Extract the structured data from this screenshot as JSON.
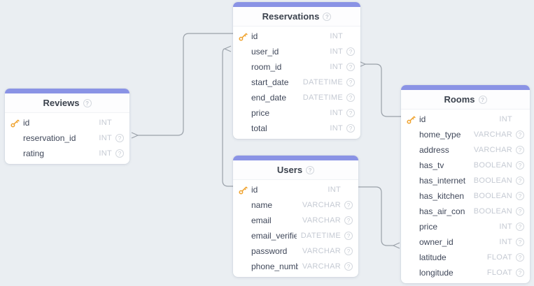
{
  "canvas": {
    "background_color": "#eaeef2",
    "table_accent_color": "#8a93e5",
    "relation_line_color": "#9aa1a9",
    "primary_key_icon_color": "#f0a431"
  },
  "icons": {
    "question_glyph": "?",
    "primary_key": "key-icon",
    "nullable": "question-circle-icon",
    "table_help": "question-circle-icon"
  },
  "tables": [
    {
      "name": "Reservations",
      "fields": [
        {
          "name": "id",
          "type": "INT",
          "primary_key": true
        },
        {
          "name": "user_id",
          "type": "INT",
          "nullable": true
        },
        {
          "name": "room_id",
          "type": "INT",
          "nullable": true
        },
        {
          "name": "start_date",
          "type": "DATETIME",
          "nullable": true
        },
        {
          "name": "end_date",
          "type": "DATETIME",
          "nullable": true
        },
        {
          "name": "price",
          "type": "INT",
          "nullable": true
        },
        {
          "name": "total",
          "type": "INT",
          "nullable": true
        }
      ]
    },
    {
      "name": "Reviews",
      "fields": [
        {
          "name": "id",
          "type": "INT",
          "primary_key": true
        },
        {
          "name": "reservation_id",
          "type": "INT",
          "nullable": true
        },
        {
          "name": "rating",
          "type": "INT",
          "nullable": true
        }
      ]
    },
    {
      "name": "Users",
      "fields": [
        {
          "name": "id",
          "type": "INT",
          "primary_key": true
        },
        {
          "name": "name",
          "type": "VARCHAR",
          "nullable": true
        },
        {
          "name": "email",
          "type": "VARCHAR",
          "nullable": true
        },
        {
          "name": "email_verified_",
          "type": "DATETIME",
          "nullable": true
        },
        {
          "name": "password",
          "type": "VARCHAR",
          "nullable": true
        },
        {
          "name": "phone_number",
          "type": "VARCHAR",
          "nullable": true
        }
      ]
    },
    {
      "name": "Rooms",
      "fields": [
        {
          "name": "id",
          "type": "INT",
          "primary_key": true
        },
        {
          "name": "home_type",
          "type": "VARCHAR",
          "nullable": true
        },
        {
          "name": "address",
          "type": "VARCHAR",
          "nullable": true
        },
        {
          "name": "has_tv",
          "type": "BOOLEAN",
          "nullable": true
        },
        {
          "name": "has_internet",
          "type": "BOOLEAN",
          "nullable": true
        },
        {
          "name": "has_kitchen",
          "type": "BOOLEAN",
          "nullable": true
        },
        {
          "name": "has_air_con",
          "type": "BOOLEAN",
          "nullable": true
        },
        {
          "name": "price",
          "type": "INT",
          "nullable": true
        },
        {
          "name": "owner_id",
          "type": "INT",
          "nullable": true
        },
        {
          "name": "latitude",
          "type": "FLOAT",
          "nullable": true
        },
        {
          "name": "longitude",
          "type": "FLOAT",
          "nullable": true
        }
      ]
    }
  ],
  "relations": [
    {
      "from": "Reviews.reservation_id",
      "to": "Reservations.id"
    },
    {
      "from": "Reservations.user_id",
      "to": "Users.id"
    },
    {
      "from": "Reservations.room_id",
      "to": "Rooms.id"
    },
    {
      "from": "Rooms.owner_id",
      "to": "Users.id"
    }
  ]
}
